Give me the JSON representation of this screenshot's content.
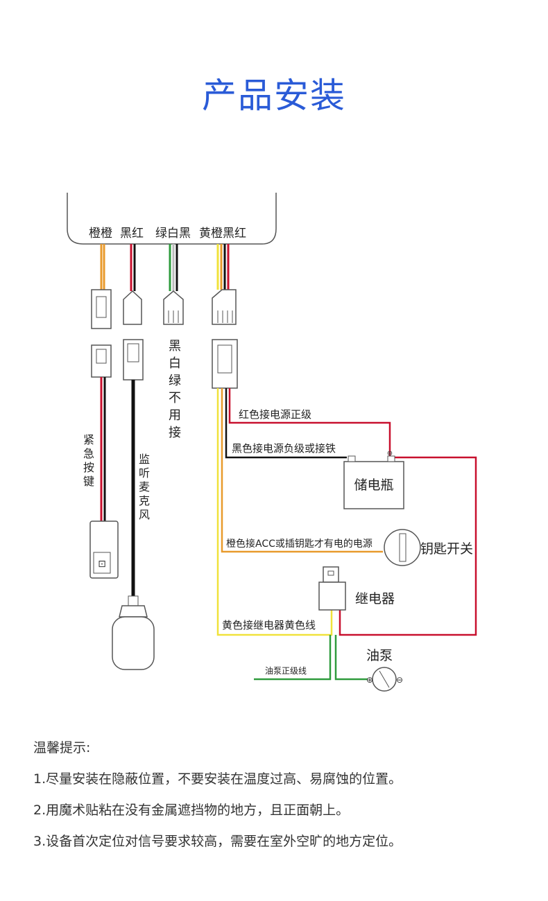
{
  "title": "产品安装",
  "device": {
    "wire_labels": [
      "橙橙",
      "黑红",
      "绿白黑",
      "黄橙黑红"
    ]
  },
  "connector_notes": {
    "emergency": [
      "紧",
      "急",
      "按",
      "键"
    ],
    "microphone": [
      "监",
      "听",
      "麦",
      "克",
      "风"
    ],
    "unused": [
      "黑",
      "白",
      "绿",
      "不",
      "用",
      "接"
    ]
  },
  "wiring_notes": {
    "red": "红色接电源正级",
    "black": "黑色接电源负级或接铁",
    "orange": "橙色接ACC或插钥匙才有电的电源",
    "yellow": "黄色接继电器黄色线",
    "pump_positive": "油泵正级线"
  },
  "components": {
    "battery": "储电瓶",
    "key_switch": "钥匙开关",
    "relay": "继电器",
    "pump": "油泵"
  },
  "colors": {
    "title": "#2a5bd7",
    "orange_wire": "#e89a2c",
    "red_wire": "#c8102e",
    "black_wire": "#111111",
    "green_wire": "#2e9b3c",
    "yellow_wire": "#f0e23a"
  },
  "tips": {
    "heading": "温馨提示:",
    "items": [
      "1.尽量安装在隐蔽位置，不要安装在温度过高、易腐蚀的位置。",
      "2.用魔术贴粘在没有金属遮挡物的地方，且正面朝上。",
      "3.设备首次定位对信号要求较高，需要在室外空旷的地方定位。"
    ]
  }
}
